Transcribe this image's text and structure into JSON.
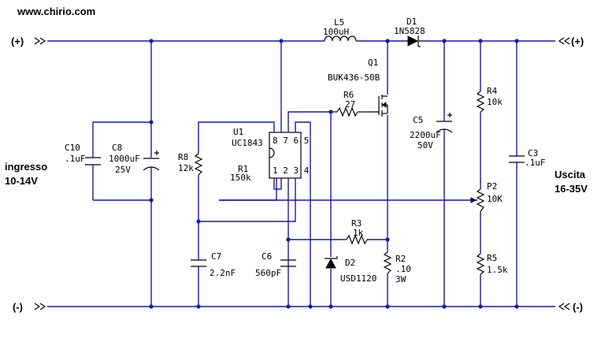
{
  "site": "www.chirio.com",
  "rails": {
    "pos": "(+)",
    "neg": "(-)"
  },
  "io": {
    "input_label": "ingresso",
    "input_range": "10-14V",
    "output_label": "Uscita",
    "output_range": "16-35V"
  },
  "components": {
    "L5": {
      "ref": "L5",
      "value": "100uH"
    },
    "D1": {
      "ref": "D1",
      "value": "1N5828"
    },
    "Q1": {
      "ref": "Q1",
      "value": "BUK436-50B"
    },
    "R6": {
      "ref": "R6",
      "value": "27"
    },
    "U1": {
      "ref": "U1",
      "value": "UC1843",
      "pins_top": "8 7 6 5",
      "pins_bottom": "1 2 3 4"
    },
    "C10": {
      "ref": "C10",
      "value": ".1uF"
    },
    "C8": {
      "ref": "C8",
      "value": "1000uF",
      "rating": "25V"
    },
    "R8": {
      "ref": "R8",
      "value": "12k"
    },
    "R1": {
      "ref": "R1",
      "value": "150k"
    },
    "C5": {
      "ref": "C5",
      "value": "2200uF",
      "rating": "50V"
    },
    "R4": {
      "ref": "R4",
      "value": "10k"
    },
    "C3": {
      "ref": "C3",
      "value": ".1uF"
    },
    "P2": {
      "ref": "P2",
      "value": "10K"
    },
    "R3": {
      "ref": "R3",
      "value": "1k"
    },
    "C7": {
      "ref": "C7",
      "value": "2.2nF"
    },
    "C6": {
      "ref": "C6",
      "value": "560pF"
    },
    "D2": {
      "ref": "D2",
      "value": "USD1120"
    },
    "R2": {
      "ref": "R2",
      "value": ".10",
      "rating": "3W"
    },
    "R5": {
      "ref": "R5",
      "value": "1.5k"
    }
  }
}
